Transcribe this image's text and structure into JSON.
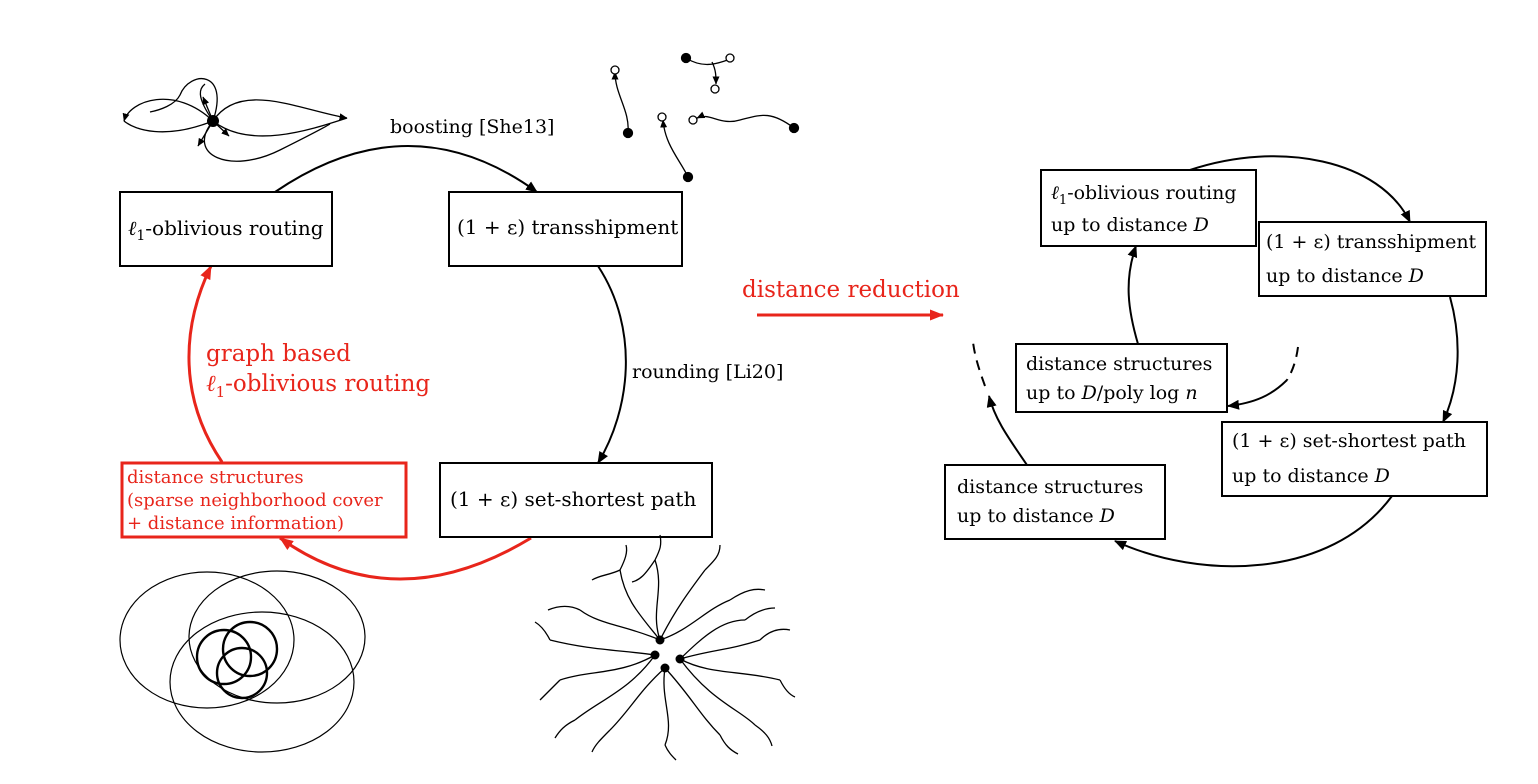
{
  "left_cycle": {
    "box_oblivious": {
      "sym": "ℓ",
      "sub": "1",
      "rest": "-oblivious routing"
    },
    "box_transship": "(1 + ε) transshipment",
    "box_setsp": "(1 + ε) set-shortest path",
    "box_dist": [
      "distance structures",
      "(sparse neighborhood cover",
      "+ distance information)"
    ],
    "label_boosting": "boosting [She13]",
    "label_rounding": "rounding [Li20]",
    "label_graph": {
      "line1": "graph based",
      "sym": "ℓ",
      "sub": "1",
      "rest": "-oblivious routing"
    }
  },
  "middle": {
    "label_reduction": "distance reduction"
  },
  "right_cycle": {
    "box_oblivious": {
      "sym": "ℓ",
      "sub": "1",
      "rest": "-oblivious routing",
      "line2": "up to distance ",
      "var": "D"
    },
    "box_transship": {
      "line1": "(1 + ε) transshipment",
      "line2": "up to distance ",
      "var": "D"
    },
    "box_setsp": {
      "line1": "(1 + ε) set-shortest path",
      "line2": "up to distance ",
      "var": "D"
    },
    "box_dist": {
      "line1": "distance structures",
      "line2": "up to distance ",
      "var": "D"
    },
    "box_inner": {
      "line1": "distance structures",
      "line2a": "up to ",
      "var": "D",
      "line2b": "/poly log ",
      "var2": "n"
    }
  },
  "colors": {
    "accent": "#e8251b",
    "ink": "#000000"
  }
}
